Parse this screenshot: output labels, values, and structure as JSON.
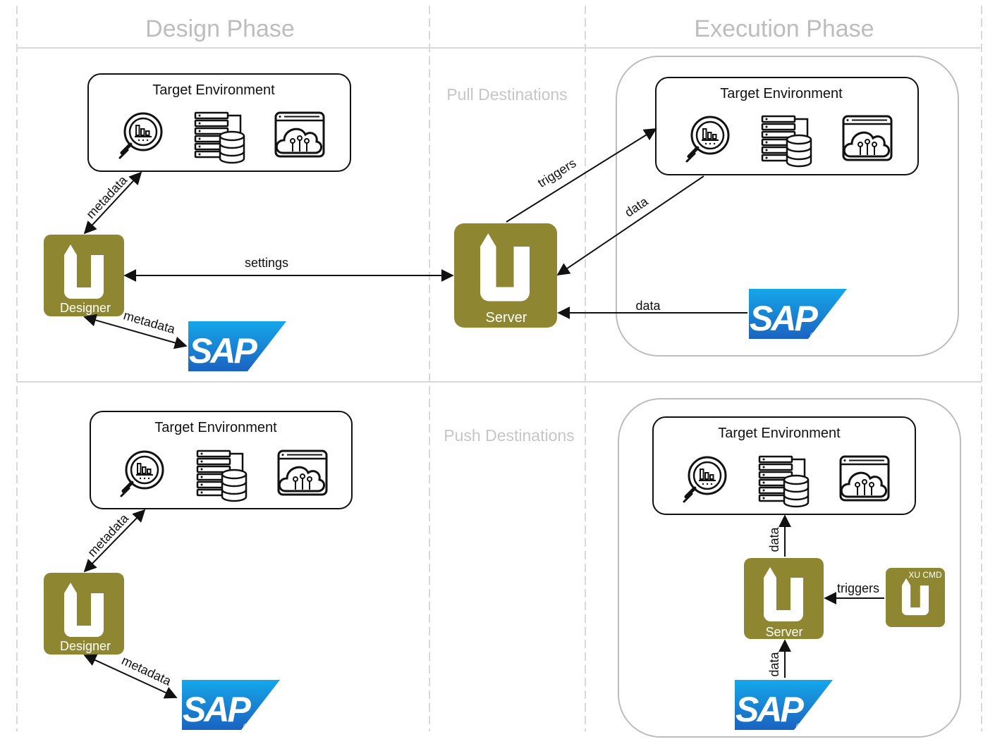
{
  "phases": {
    "design": "Design Phase",
    "execution": "Execution Phase"
  },
  "sections": {
    "pull": "Pull Destinations",
    "push": "Push Destinations"
  },
  "environments": {
    "design_pull": "Target Environment",
    "exec_pull": "Target Environment",
    "design_push": "Target Environment",
    "exec_push": "Target Environment"
  },
  "logos": {
    "designer_pull": "Designer",
    "server_pull": "Server",
    "designer_push": "Designer",
    "server_push": "Server",
    "xucmd": "XU CMD",
    "sap_wordmark": "SAP",
    "sap_reg": "®"
  },
  "edges": {
    "metadata_designer_env_pull": "metadata",
    "metadata_designer_sap_pull": "metadata",
    "settings": "settings",
    "triggers_pull": "triggers",
    "data_env_server_pull": "data",
    "data_sap_server_pull": "data",
    "metadata_designer_env_push": "metadata",
    "metadata_designer_sap_push": "metadata",
    "data_server_env_push": "data",
    "triggers_push": "triggers",
    "data_sap_server_push": "data"
  },
  "icons": {
    "analytics": "analytics-magnifier-icon",
    "database": "server-database-icon",
    "cloud": "cloud-network-icon"
  },
  "colors": {
    "brand_gold": "#8f8632",
    "sap_blue": "#1b73c8",
    "grid_line": "#d9d9d9",
    "arrow": "#111111"
  }
}
